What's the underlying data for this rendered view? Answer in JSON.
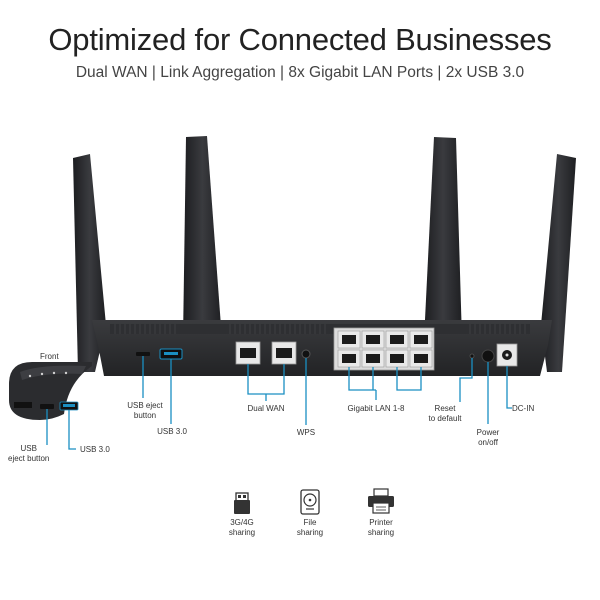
{
  "header": {
    "title": "Optimized for Connected Businesses",
    "subtitle": "Dual WAN | Link Aggregation | 8x Gigabit LAN Ports | 2x USB 3.0"
  },
  "front_inset": {
    "title": "Front",
    "usb_eject_label": "USB\neject button",
    "usb_label": "USB 3.0"
  },
  "ports": {
    "usb_eject": "USB eject\nbutton",
    "usb3": "USB 3.0",
    "dual_wan": "Dual WAN",
    "wps": "WPS",
    "gigabit_lan": "Gigabit LAN 1-8",
    "reset": "Reset\nto default",
    "power": "Power\non/off",
    "dcin": "DC-IN"
  },
  "features": [
    {
      "icon": "usb-stick-icon",
      "label": "3G/4G\nsharing"
    },
    {
      "icon": "hard-drive-icon",
      "label": "File\nsharing"
    },
    {
      "icon": "printer-icon",
      "label": "Printer\nsharing"
    }
  ],
  "colors": {
    "accent": "#1a8fc2",
    "body": "#2a2b2e",
    "antenna": "#2b2c2f"
  }
}
